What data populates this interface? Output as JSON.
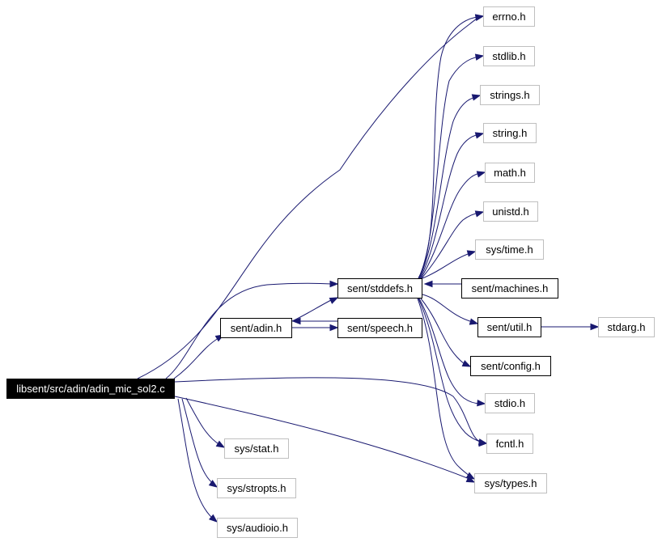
{
  "graph": {
    "edge_color": "#191970",
    "root_fill": "#000000",
    "external_border": "#bfbfbf",
    "nodes": {
      "root": "libsent/src/adin/adin_mic_sol2.c",
      "errno": "errno.h",
      "stdlib": "stdlib.h",
      "strings": "strings.h",
      "string": "string.h",
      "math": "math.h",
      "unistd": "unistd.h",
      "systime": "sys/time.h",
      "stddefs": "sent/stddefs.h",
      "machines": "sent/machines.h",
      "adin": "sent/adin.h",
      "speech": "sent/speech.h",
      "util": "sent/util.h",
      "stdarg": "stdarg.h",
      "config": "sent/config.h",
      "stdio": "stdio.h",
      "fcntl": "fcntl.h",
      "systypes": "sys/types.h",
      "sysstat": "sys/stat.h",
      "sysstropts": "sys/stropts.h",
      "sysaudioio": "sys/audioio.h"
    },
    "edges": [
      [
        "root",
        "errno"
      ],
      [
        "root",
        "stddefs"
      ],
      [
        "root",
        "adin"
      ],
      [
        "root",
        "fcntl"
      ],
      [
        "root",
        "systypes"
      ],
      [
        "root",
        "sysstat"
      ],
      [
        "root",
        "sysstropts"
      ],
      [
        "root",
        "sysaudioio"
      ],
      [
        "adin",
        "stddefs"
      ],
      [
        "adin",
        "speech"
      ],
      [
        "speech",
        "adin"
      ],
      [
        "stddefs",
        "errno"
      ],
      [
        "stddefs",
        "stdlib"
      ],
      [
        "stddefs",
        "strings"
      ],
      [
        "stddefs",
        "string"
      ],
      [
        "stddefs",
        "math"
      ],
      [
        "stddefs",
        "unistd"
      ],
      [
        "stddefs",
        "systime"
      ],
      [
        "stddefs",
        "util"
      ],
      [
        "stddefs",
        "config"
      ],
      [
        "stddefs",
        "stdio"
      ],
      [
        "stddefs",
        "fcntl"
      ],
      [
        "stddefs",
        "systypes"
      ],
      [
        "machines",
        "stddefs"
      ],
      [
        "util",
        "stdarg"
      ]
    ]
  }
}
